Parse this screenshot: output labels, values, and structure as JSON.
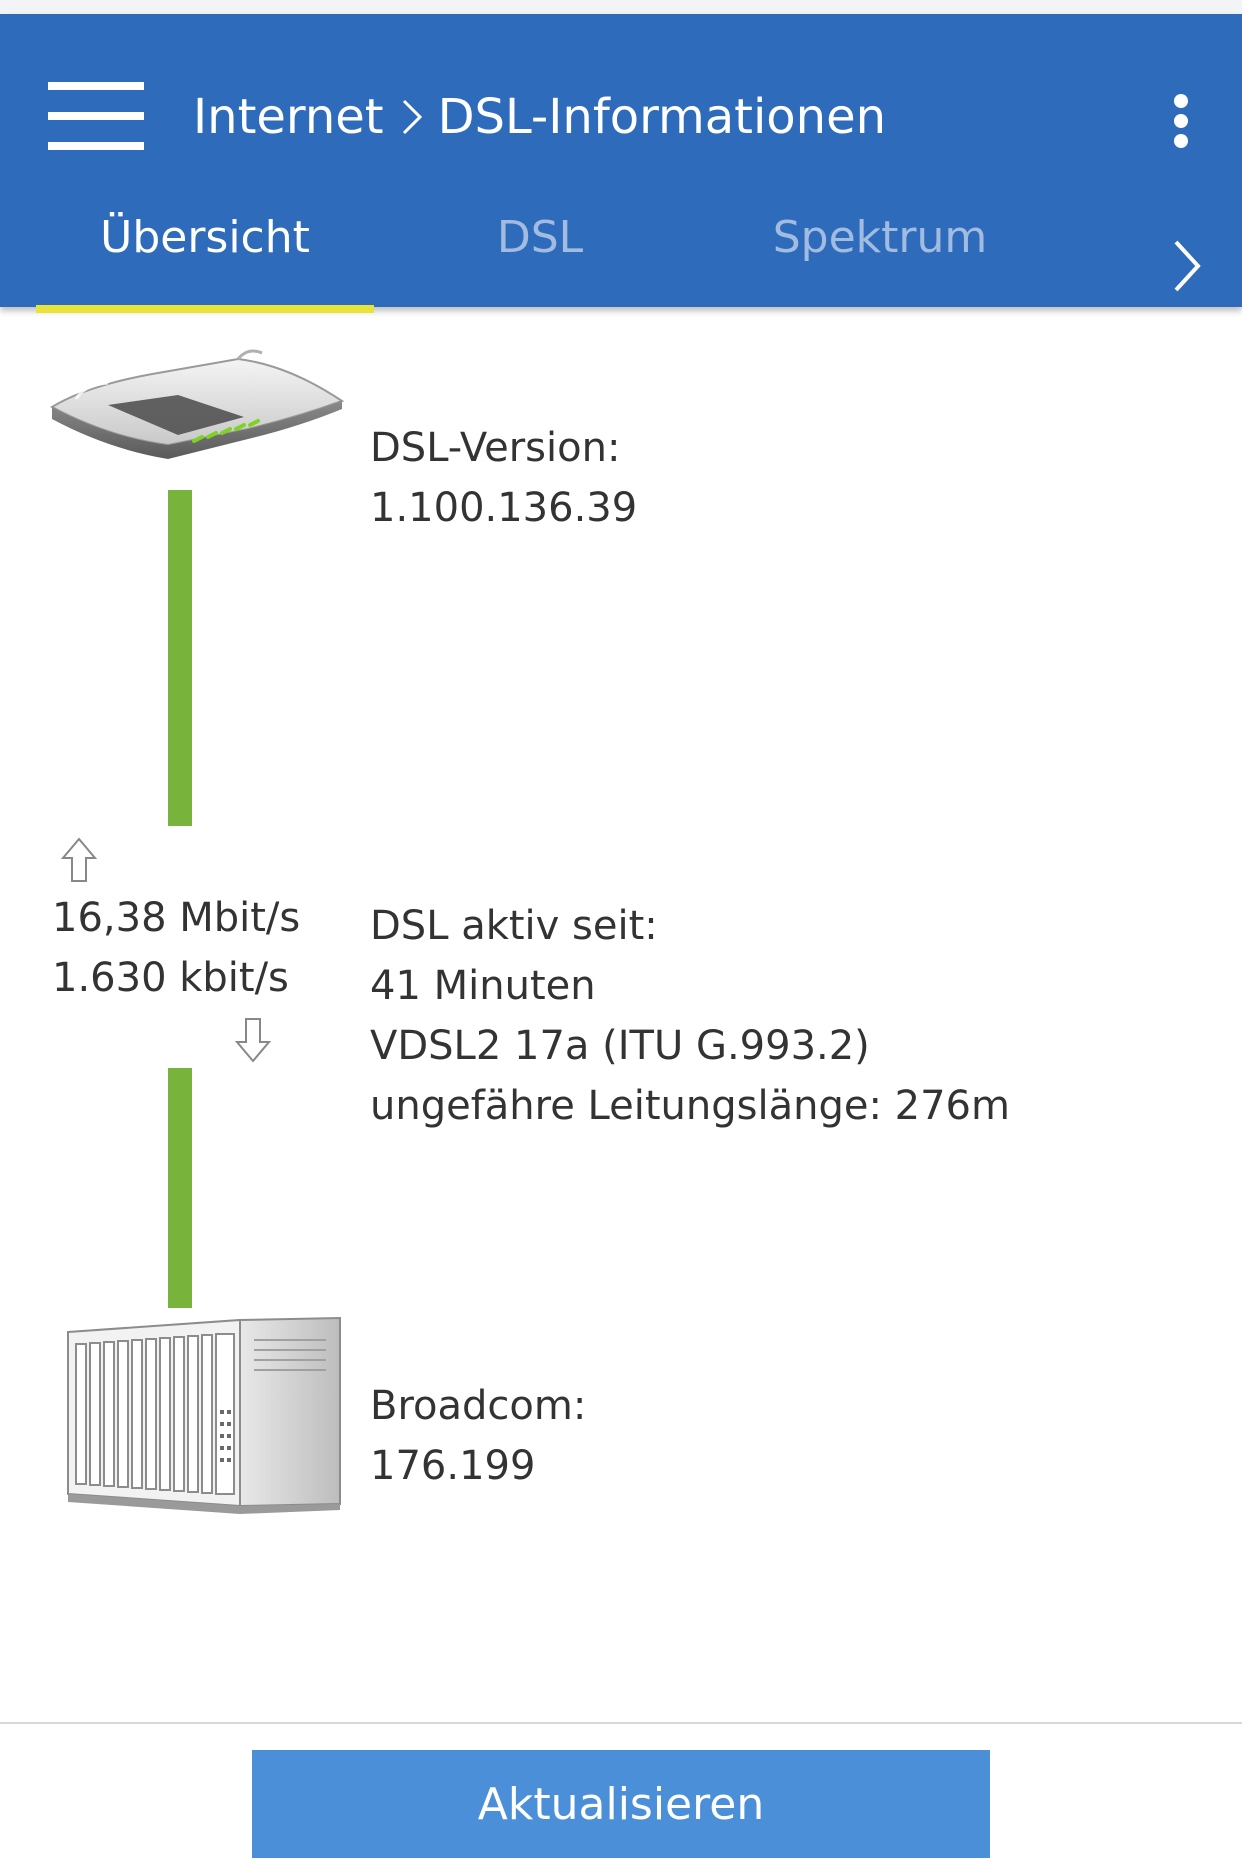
{
  "header": {
    "breadcrumb": [
      "Internet",
      "DSL-Informationen"
    ],
    "background_color": "#2f6bbb"
  },
  "tabs": [
    {
      "label": "Übersicht",
      "active": true
    },
    {
      "label": "DSL",
      "active": false
    },
    {
      "label": "Spektrum",
      "active": false
    }
  ],
  "overview": {
    "router": {
      "label": "DSL-Version:",
      "value": "1.100.136.39"
    },
    "connection": {
      "upstream": "16,38 Mbit/s",
      "downstream": "1.630 kbit/s",
      "status_label": "DSL aktiv seit:",
      "duration": "41 Minuten",
      "standard": "VDSL2 17a (ITU G.993.2)",
      "line_length": "ungefähre Leitungslänge: 276m",
      "line_color": "#78b43c"
    },
    "dslam": {
      "label": "Broadcom:",
      "value": "176.199"
    }
  },
  "footer": {
    "refresh_label": "Aktualisieren"
  }
}
